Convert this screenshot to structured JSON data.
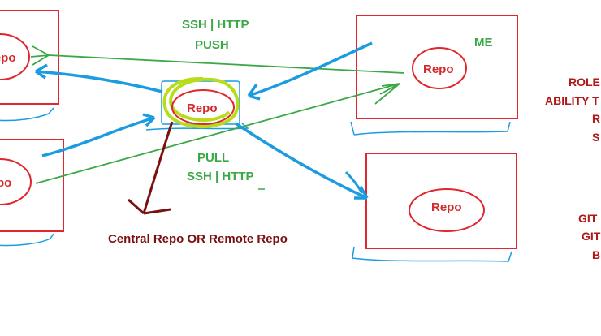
{
  "labels": {
    "ssh_http_top": "SSH | HTTP",
    "push": "PUSH",
    "pull": "PULL",
    "ssh_http_bottom": "SSH | HTTP",
    "me": "ME",
    "central": "Central Repo OR Remote Repo"
  },
  "repos": {
    "top_left": "Repo",
    "bottom_left": "po",
    "central": "Repo",
    "me": "Repo",
    "bottom_right": "Repo"
  },
  "side_text": [
    "ROLE",
    "ABILITY T",
    "R",
    "S",
    "GIT",
    "GIT",
    "B"
  ],
  "colors": {
    "box": "#e0262e",
    "push_arrow": "#3aa845",
    "flow_arrow": "#1c9ce0",
    "central_link": "#7a1010",
    "highlight": "#b7dc1a"
  }
}
